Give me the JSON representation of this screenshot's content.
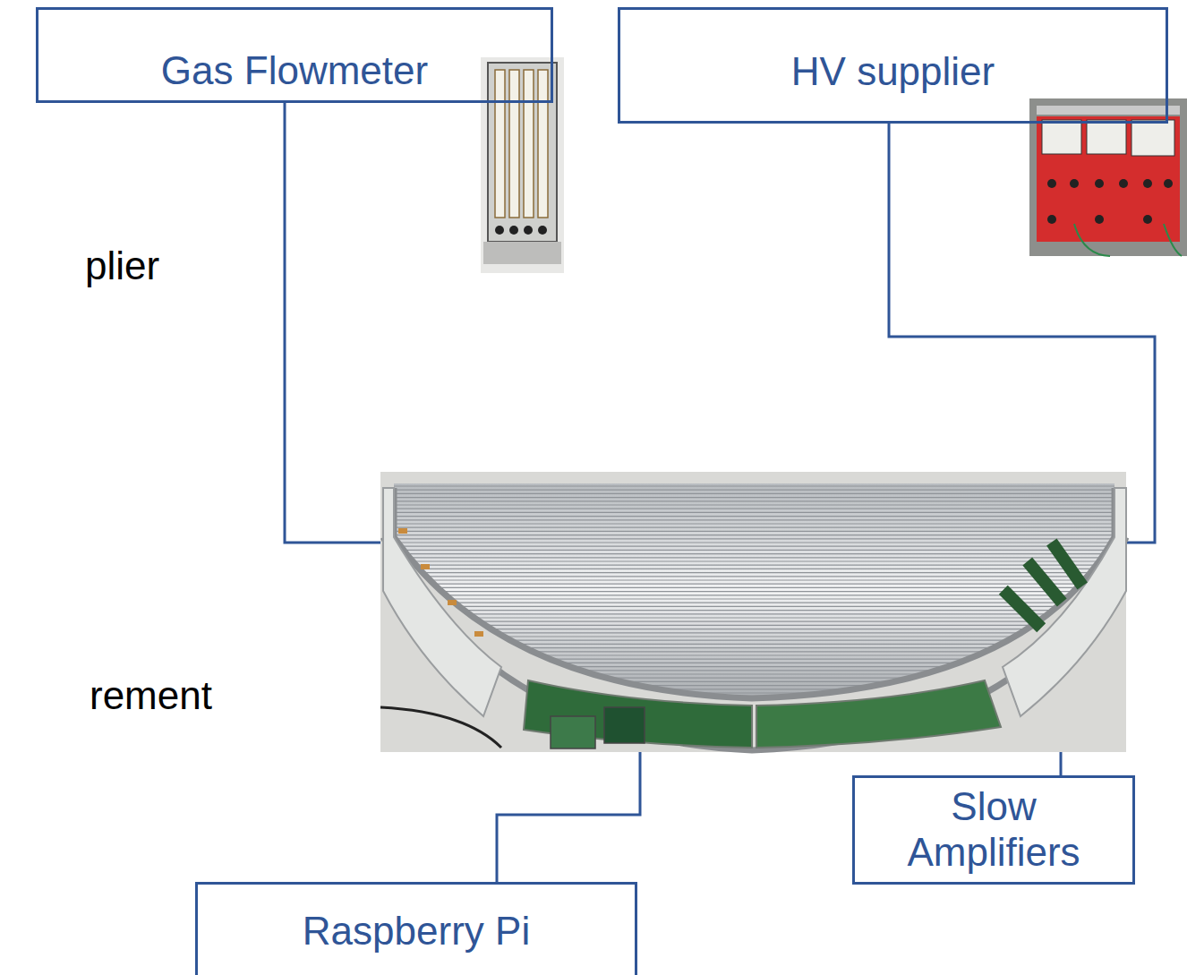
{
  "diagram": {
    "nodes": [
      {
        "text": [
          "Gas Flowmeter"
        ]
      },
      {
        "text": [
          "HV supplier"
        ]
      },
      {
        "text": [
          "Slow Amplifiers"
        ]
      },
      {
        "text": [
          "Raspberry Pi"
        ]
      }
    ],
    "labels": [
      "plier",
      "rement"
    ]
  }
}
